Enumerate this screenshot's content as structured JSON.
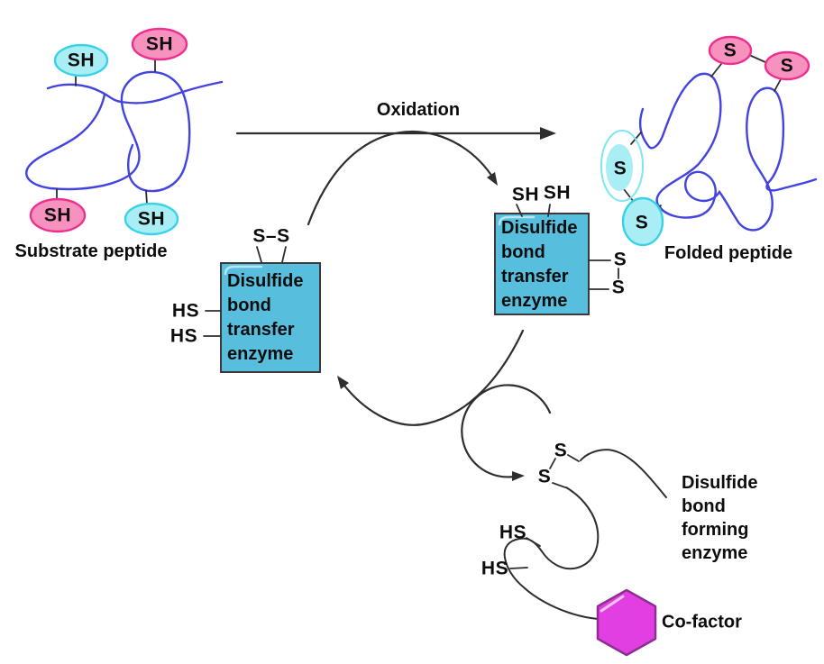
{
  "diagram": {
    "labels": {
      "substrate_peptide": "Substrate peptide",
      "folded_peptide": "Folded peptide",
      "oxidation": "Oxidation",
      "transfer_enzyme": "Disulfide bond transfer enzyme",
      "forming_enzyme": "Disulfide bond forming enzyme",
      "cofactor": "Co-factor"
    },
    "chem": {
      "sh": "SH",
      "hs": "HS",
      "s": "S",
      "s_dash_s": "S–S"
    },
    "colors": {
      "peptide_chain_blue": "#4343e0",
      "line_black": "#2e2e2e",
      "enzyme_box_fill": "#57bfdd",
      "thiol_cyan_fill": "#a9eef5",
      "thiol_cyan_stroke": "#39d2e4",
      "thiol_cyan_glow": "#7ae8f0",
      "thiol_pink_fill": "#f692bd",
      "thiol_pink_stroke": "#ee2f8f",
      "cofactor_fill": "#e23fe2",
      "cofactor_stroke": "#8d2f91"
    }
  }
}
